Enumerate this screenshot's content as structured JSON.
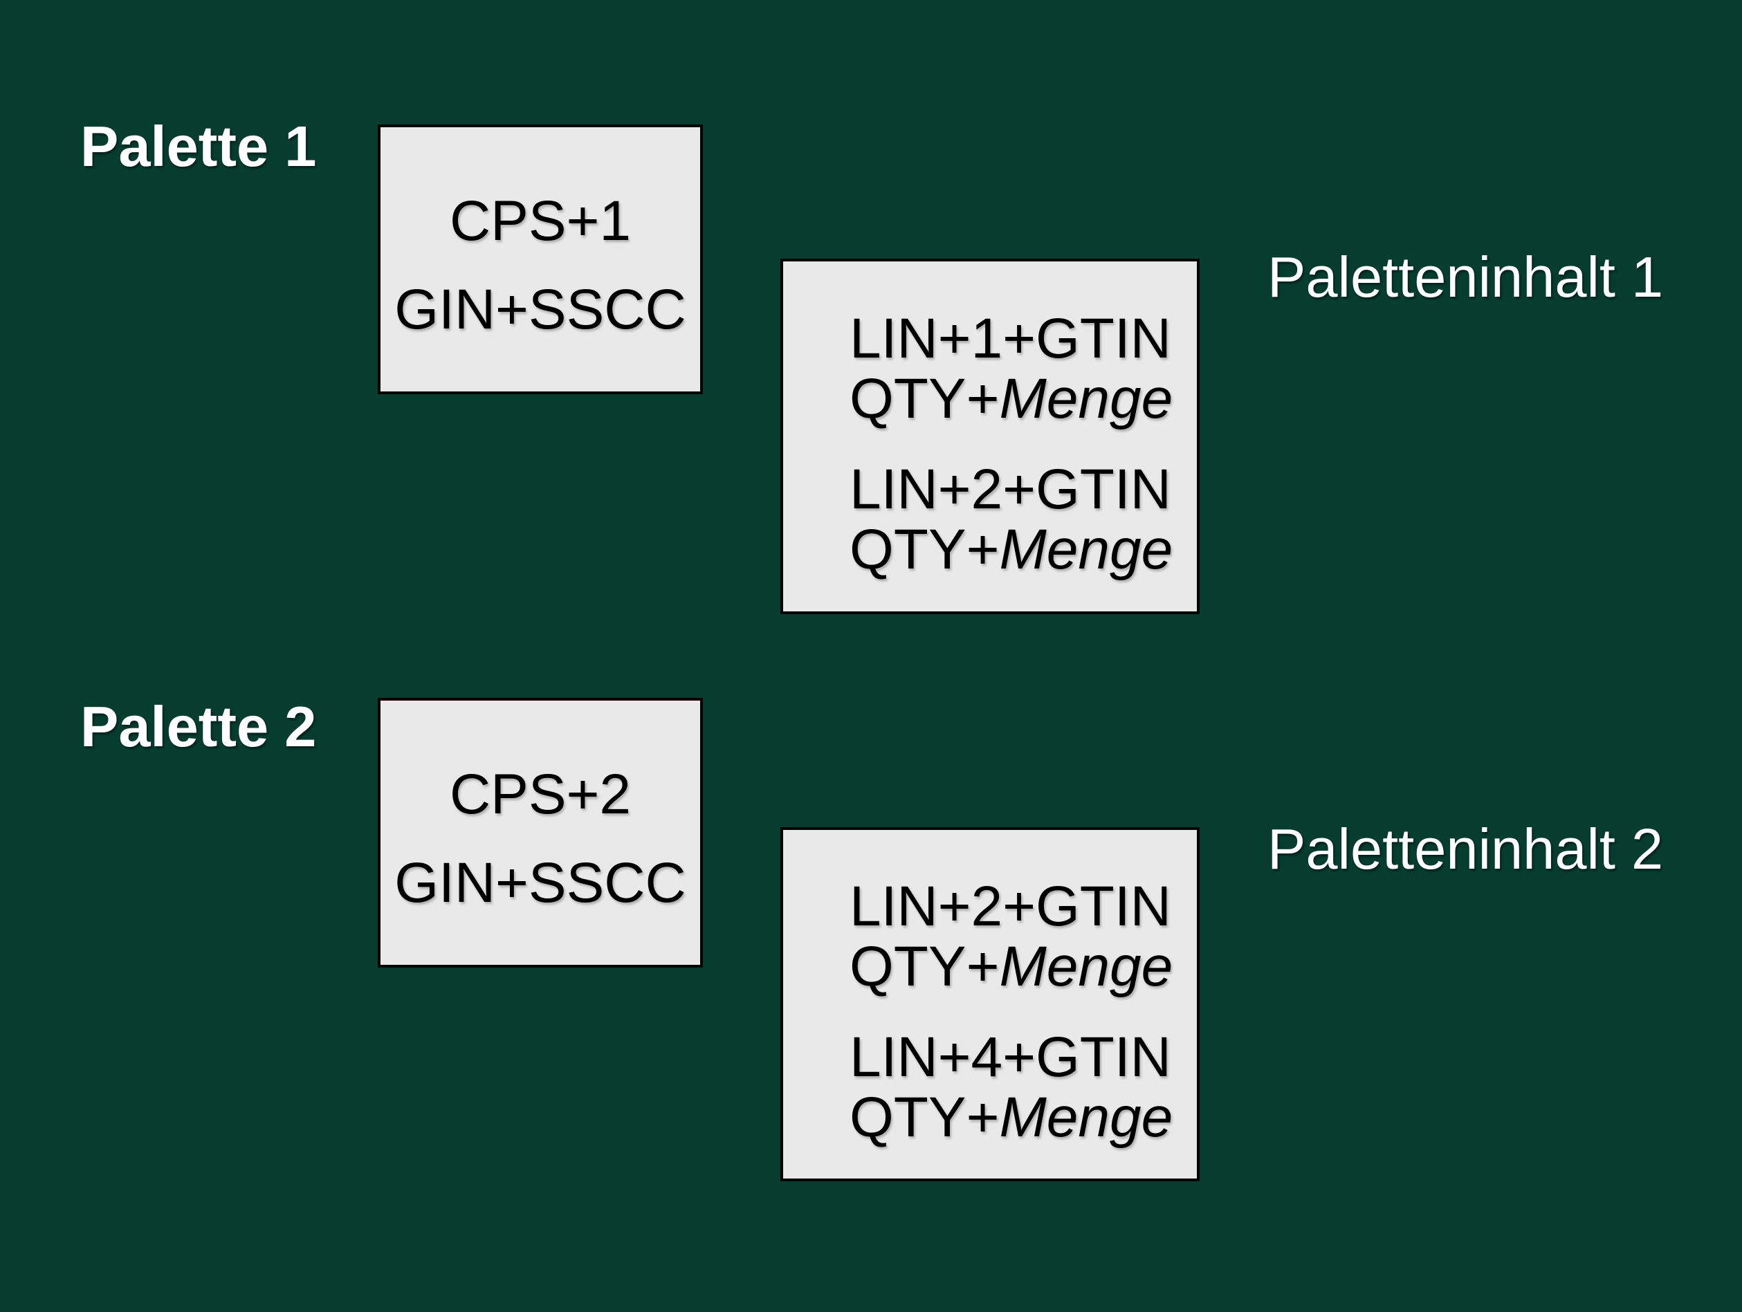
{
  "colors": {
    "background": "#073d2f",
    "box_fill": "#e9e9e9",
    "box_border": "#000000",
    "box_text": "#000000",
    "label_text": "#ffffff"
  },
  "groups": [
    {
      "palette_label": "Palette 1",
      "palette_box": {
        "line1": "CPS+1",
        "line2": "GIN+SSCC"
      },
      "content_label": "Paletteninhalt 1",
      "content_box": {
        "items": [
          {
            "lin": "LIN+1+GTIN",
            "qty_prefix": "QTY+",
            "qty_value": "Menge"
          },
          {
            "lin": "LIN+2+GTIN",
            "qty_prefix": "QTY+",
            "qty_value": "Menge"
          }
        ]
      }
    },
    {
      "palette_label": "Palette 2",
      "palette_box": {
        "line1": "CPS+2",
        "line2": "GIN+SSCC"
      },
      "content_label": "Paletteninhalt 2",
      "content_box": {
        "items": [
          {
            "lin": "LIN+2+GTIN",
            "qty_prefix": "QTY+",
            "qty_value": "Menge"
          },
          {
            "lin": "LIN+4+GTIN",
            "qty_prefix": "QTY+",
            "qty_value": "Menge"
          }
        ]
      }
    }
  ]
}
